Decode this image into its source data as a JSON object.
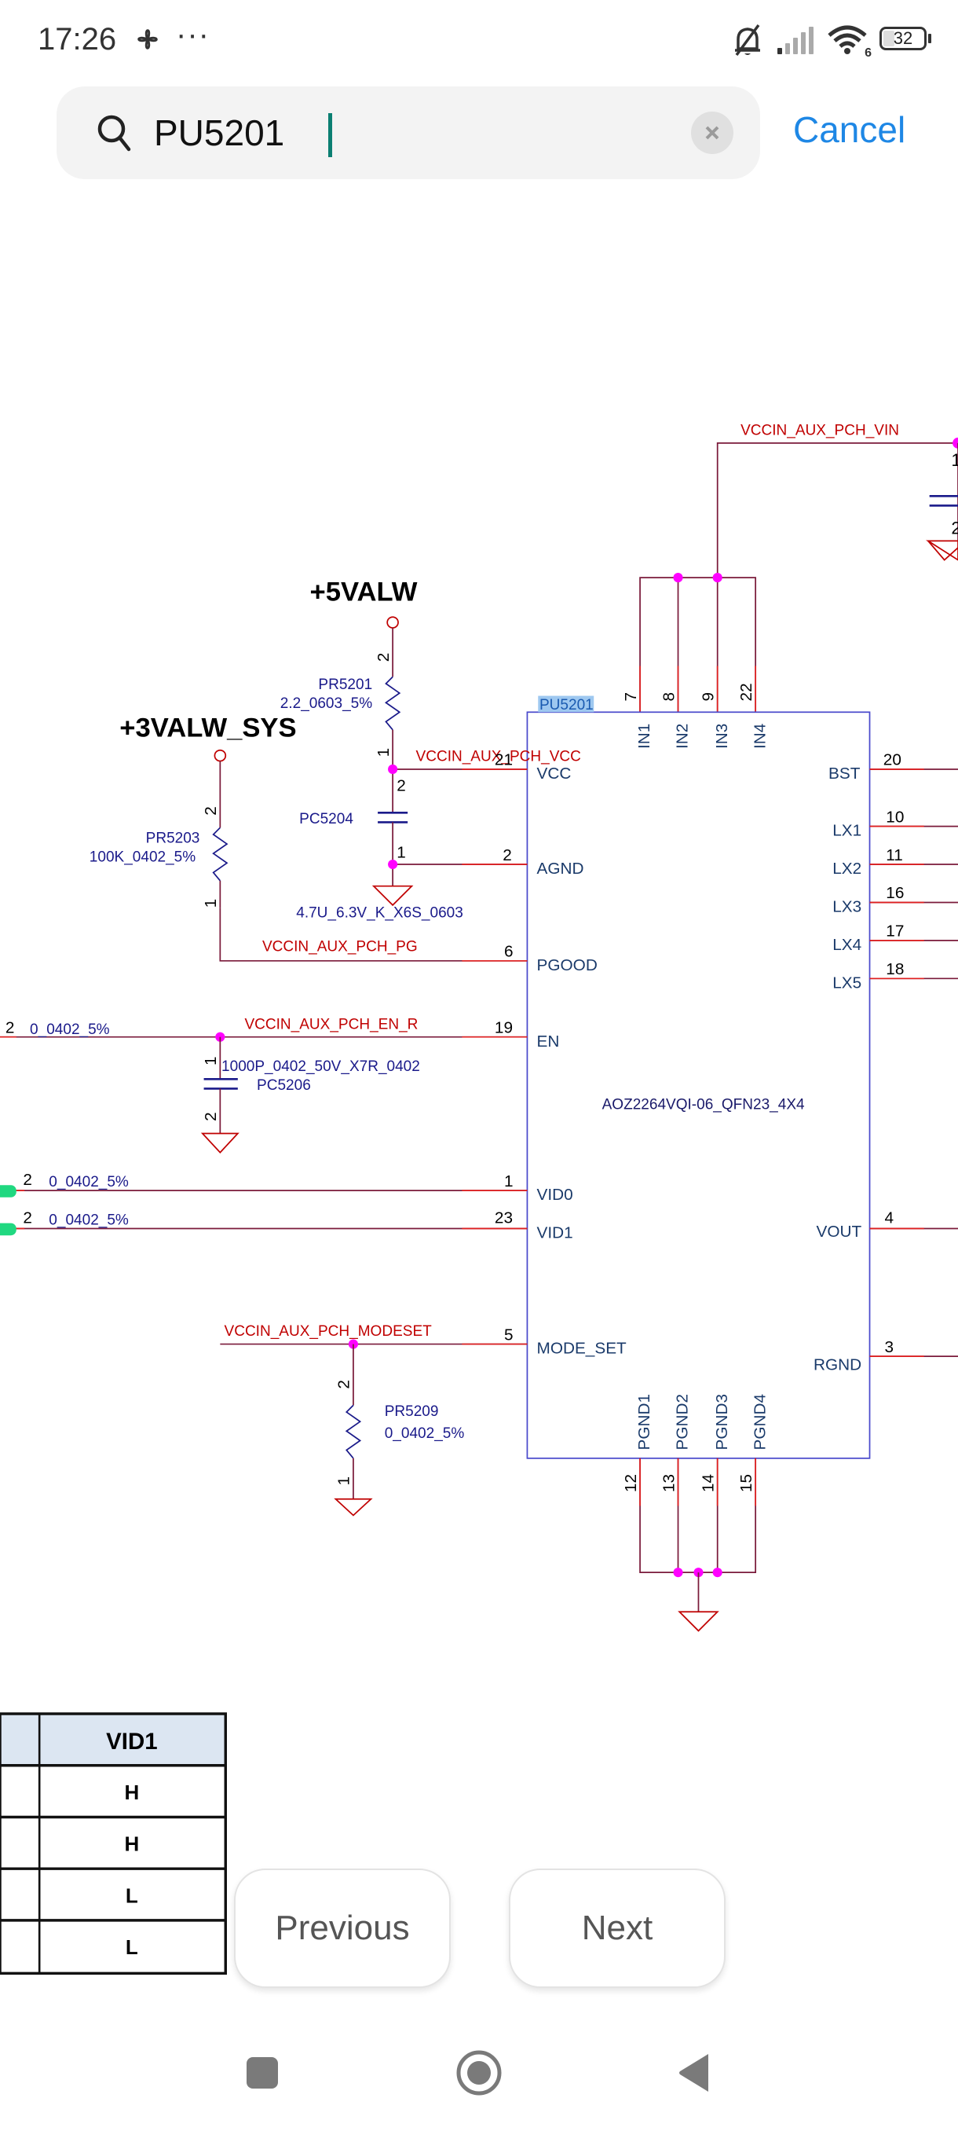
{
  "status_bar": {
    "time": "17:26",
    "overflow_dots": "···",
    "battery_level": "32",
    "wifi_generation": "6",
    "icons": [
      "fan-icon",
      "silent-bell-icon",
      "cellular-signal-icon",
      "wifi-icon",
      "battery-icon"
    ]
  },
  "search": {
    "value": "PU5201",
    "placeholder": "",
    "clear_icon": "clear-icon",
    "cancel_label": "Cancel"
  },
  "schematic": {
    "colors": {
      "net_label": "#c00000",
      "wire": "#7a1a3a",
      "pin_stub": "#e02020",
      "component": "#1a1a8a",
      "ic_outline": "#4a4acc",
      "pin_name": "#1a3a6a",
      "junction": "#ff00ff",
      "highlight": "#9ec8f0",
      "green_marker": "#20d880"
    },
    "power_rails": {
      "p5valw": "+5VALW",
      "p3valw_sys": "+3VALW_SYS"
    },
    "nets": {
      "vin": "VCCIN_AUX_PCH_VIN",
      "vcc": "VCCIN_AUX_PCH_VCC",
      "pg": "VCCIN_AUX_PCH_PG",
      "en_r": "VCCIN_AUX_PCH_EN_R",
      "modeset": "VCCIN_AUX_PCH_MODESET"
    },
    "ic": {
      "refdes": "PU5201",
      "part": "AOZ2264VQI-06_QFN23_4X4",
      "top_pins": [
        {
          "name": "IN1",
          "num": "7"
        },
        {
          "name": "IN2",
          "num": "8"
        },
        {
          "name": "IN3",
          "num": "9"
        },
        {
          "name": "IN4",
          "num": "22"
        }
      ],
      "bottom_pins": [
        {
          "name": "PGND1",
          "num": "12"
        },
        {
          "name": "PGND2",
          "num": "13"
        },
        {
          "name": "PGND3",
          "num": "14"
        },
        {
          "name": "PGND4",
          "num": "15"
        }
      ],
      "left_pins": [
        {
          "name": "VCC",
          "num": "21"
        },
        {
          "name": "AGND",
          "num": "2"
        },
        {
          "name": "PGOOD",
          "num": "6"
        },
        {
          "name": "EN",
          "num": "19"
        },
        {
          "name": "VID0",
          "num": "1"
        },
        {
          "name": "VID1",
          "num": "23"
        },
        {
          "name": "MODE_SET",
          "num": "5"
        }
      ],
      "right_pins": [
        {
          "name": "BST",
          "num": "20"
        },
        {
          "name": "LX1",
          "num": "10"
        },
        {
          "name": "LX2",
          "num": "11"
        },
        {
          "name": "LX3",
          "num": "16"
        },
        {
          "name": "LX4",
          "num": "17"
        },
        {
          "name": "LX5",
          "num": "18"
        },
        {
          "name": "VOUT",
          "num": "4"
        },
        {
          "name": "RGND",
          "num": "3"
        }
      ]
    },
    "components": {
      "pr5201": {
        "ref": "PR5201",
        "value": "2.2_0603_5%",
        "pin_top": "2",
        "pin_bottom": "1"
      },
      "pc5204": {
        "ref": "PC5204",
        "value": "4.7U_6.3V_K_X6S_0603",
        "pin_top": "2",
        "pin_bottom": "1"
      },
      "pr5203": {
        "ref": "PR5203",
        "value": "100K_0402_5%",
        "pin_top": "2",
        "pin_bottom": "1"
      },
      "pc5206": {
        "ref": "PC5206",
        "value": "1000P_0402_50V_X7R_0402",
        "pin_top": "1",
        "pin_bottom": "2"
      },
      "pr5209": {
        "ref": "PR5209",
        "value": "0_0402_5%",
        "pin_top": "2",
        "pin_bottom": "1"
      },
      "vin_cap": {
        "pin_top": "1",
        "pin_bottom": "2"
      },
      "en_res": {
        "value": "0_0402_5%",
        "pin": "2"
      },
      "vid0_res": {
        "value": "0_0402_5%",
        "pin": "2"
      },
      "vid1_res": {
        "value": "0_0402_5%",
        "pin": "2"
      }
    }
  },
  "vid_table": {
    "header": "VID1",
    "rows": [
      "H",
      "H",
      "L",
      "L"
    ]
  },
  "pager": {
    "previous_label": "Previous",
    "next_label": "Next"
  },
  "nav_bar": {
    "icons": [
      "recents-square-icon",
      "home-circle-icon",
      "back-triangle-icon"
    ]
  }
}
